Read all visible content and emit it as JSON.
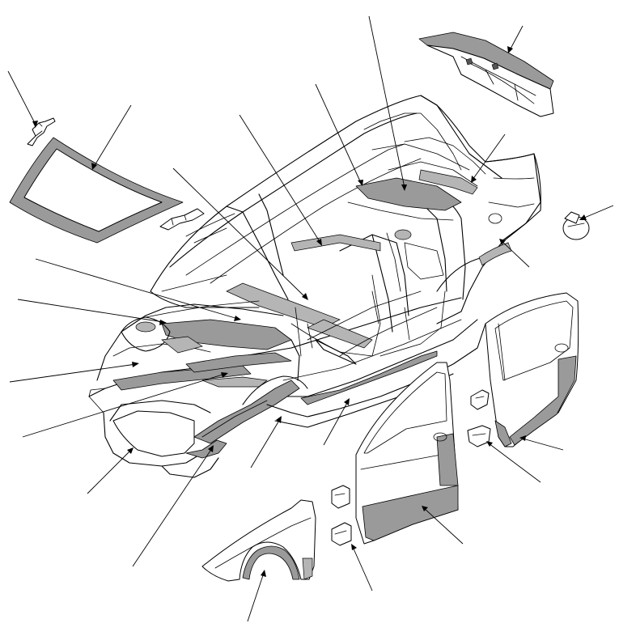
{
  "diagram": {
    "kind": "exploded-body-parts-illustration",
    "line_color": "#000000",
    "shade_color": "#9a9a9a",
    "background": "#ffffff",
    "parts": [
      {
        "id": "hood-hinge",
        "icon": "hood-hinge-icon"
      },
      {
        "id": "windshield",
        "icon": "windshield-icon"
      },
      {
        "id": "hood-latch-bracket",
        "icon": "bracket-icon"
      },
      {
        "id": "body-shell",
        "icon": "car-body-icon"
      },
      {
        "id": "trunk-lid",
        "icon": "trunk-lid-icon"
      },
      {
        "id": "fuel-door",
        "icon": "fuel-door-icon"
      },
      {
        "id": "rear-door",
        "icon": "rear-door-icon"
      },
      {
        "id": "front-door",
        "icon": "front-door-icon"
      },
      {
        "id": "rear-door-hinges",
        "icon": "hinge-icon"
      },
      {
        "id": "front-door-hinges",
        "icon": "hinge-icon"
      },
      {
        "id": "front-fender",
        "icon": "fender-icon"
      }
    ]
  }
}
